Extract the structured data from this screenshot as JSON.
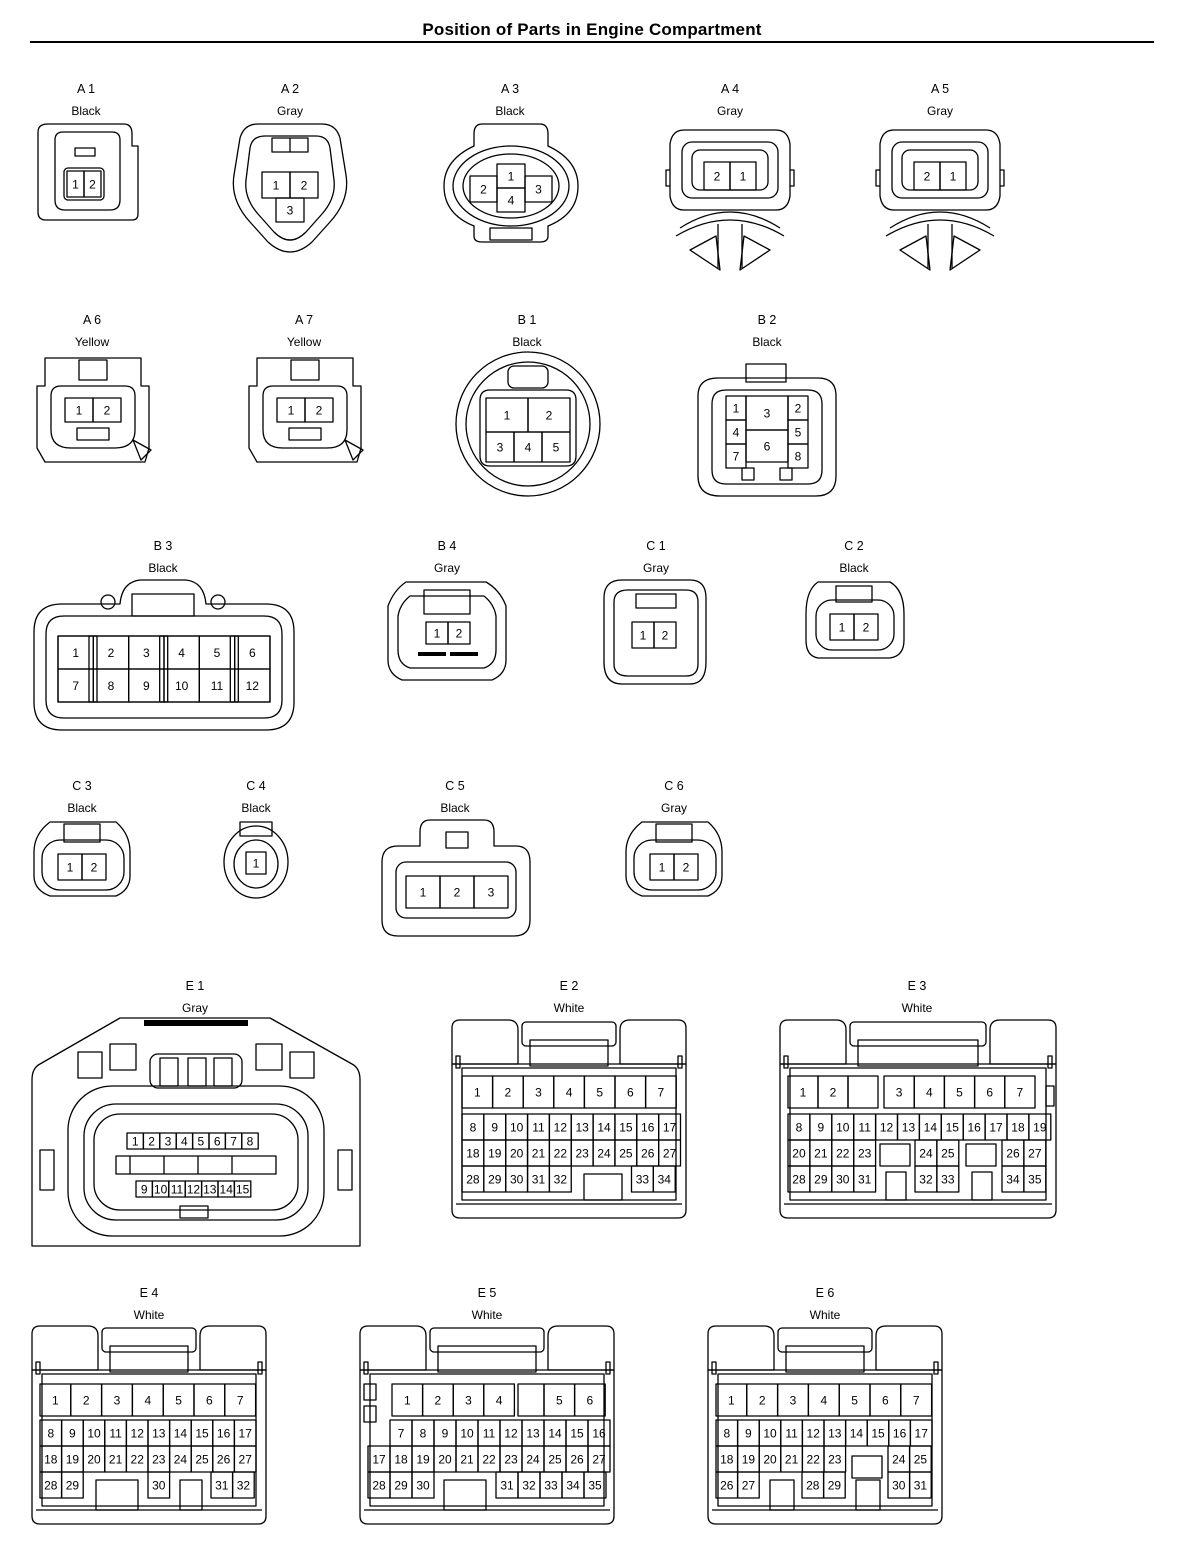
{
  "title": "Position of Parts in Engine Compartment",
  "connectors": [
    {
      "id": "A 1",
      "color": "Black"
    },
    {
      "id": "A 2",
      "color": "Gray"
    },
    {
      "id": "A 3",
      "color": "Black"
    },
    {
      "id": "A 4",
      "color": "Gray"
    },
    {
      "id": "A 5",
      "color": "Gray"
    },
    {
      "id": "A 6",
      "color": "Yellow"
    },
    {
      "id": "A 7",
      "color": "Yellow"
    },
    {
      "id": "B 1",
      "color": "Black"
    },
    {
      "id": "B 2",
      "color": "Black"
    },
    {
      "id": "B 3",
      "color": "Black"
    },
    {
      "id": "B 4",
      "color": "Gray"
    },
    {
      "id": "C 1",
      "color": "Gray"
    },
    {
      "id": "C 2",
      "color": "Black"
    },
    {
      "id": "C 3",
      "color": "Black"
    },
    {
      "id": "C 4",
      "color": "Black"
    },
    {
      "id": "C 5",
      "color": "Black"
    },
    {
      "id": "C 6",
      "color": "Gray"
    },
    {
      "id": "E 1",
      "color": "Gray"
    },
    {
      "id": "E 2",
      "color": "White"
    },
    {
      "id": "E 3",
      "color": "White"
    },
    {
      "id": "E 4",
      "color": "White"
    },
    {
      "id": "E 5",
      "color": "White"
    },
    {
      "id": "E 6",
      "color": "White"
    }
  ]
}
